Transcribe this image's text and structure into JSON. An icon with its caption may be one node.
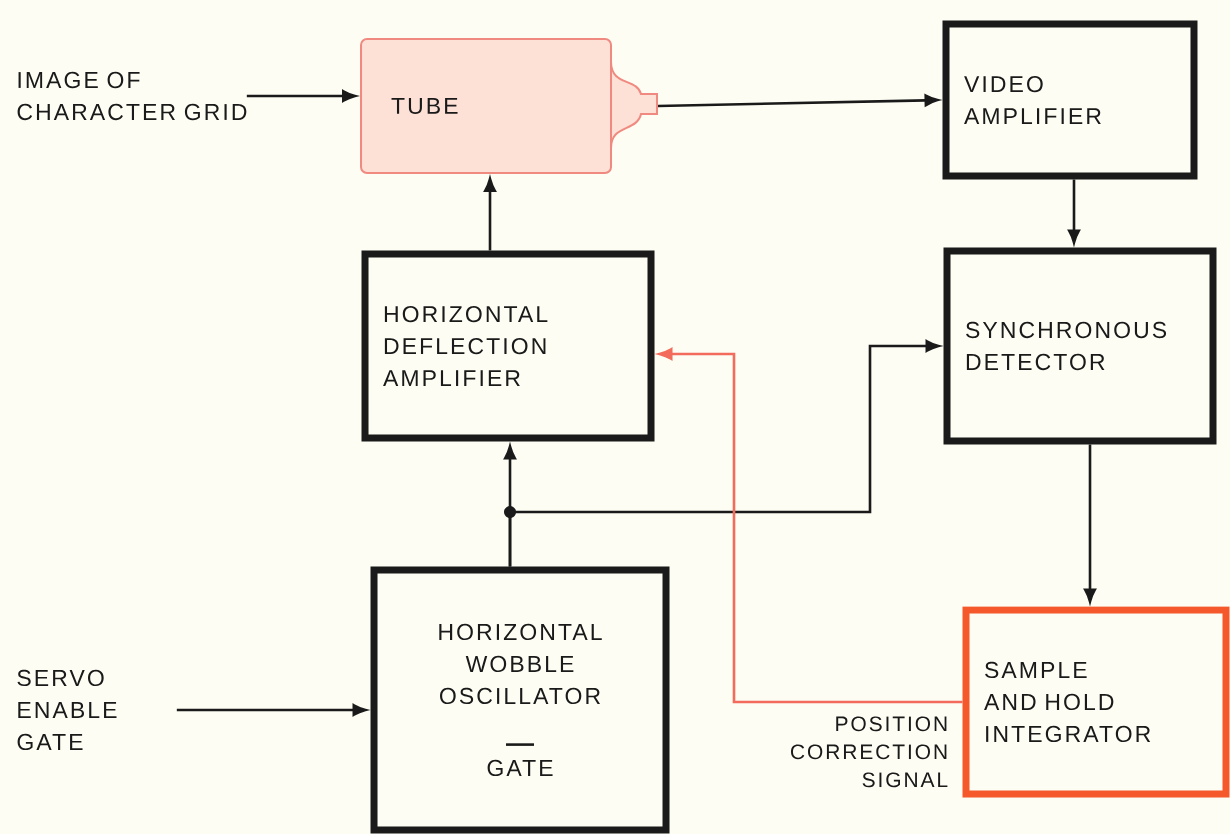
{
  "diagram": {
    "nodes": [
      {
        "text": [
          "IMAGE OF CHARACTER GRID"
        ]
      },
      {
        "text": [
          "TUBE"
        ]
      },
      {
        "text": [
          "VIDEO AMPLIFIER"
        ]
      },
      {
        "text": [
          "HORIZONTAL DEFLECTION AMPLIFIER"
        ]
      },
      {
        "text": [
          "SYNCHRONOUS DETECTOR"
        ]
      },
      {
        "text": [
          "SERVO ENABLE GATE"
        ]
      },
      {
        "text": [
          "HORIZONTAL WOBBLE OSCILLATOR",
          "GATE"
        ]
      },
      {
        "text": [
          "SAMPLE AND HOLD INTEGRATOR"
        ]
      }
    ],
    "edges": [
      {
        "from": 0,
        "to": 1,
        "arrow": "to"
      },
      {
        "from": 1,
        "to": 2,
        "arrow": "to"
      },
      {
        "from": 2,
        "to": 4,
        "arrow": "to"
      },
      {
        "from": 3,
        "to": 1,
        "arrow": "to"
      },
      {
        "from": 6,
        "to": 3,
        "arrow": "to"
      },
      {
        "from": 6,
        "to": 4,
        "arrow": "to"
      },
      {
        "from": 4,
        "to": 7,
        "arrow": "to"
      },
      {
        "from": 7,
        "to": 3,
        "arrow": "to",
        "color": "#f26b5b",
        "label": "POSITION CORRECTION SIGNAL"
      },
      {
        "from": 5,
        "to": 6,
        "arrow": "to"
      }
    ]
  }
}
